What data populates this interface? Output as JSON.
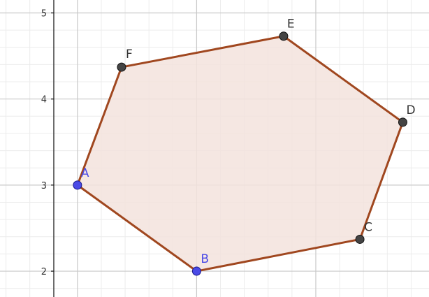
{
  "view": {
    "x_range": [
      0.35,
      3.95
    ],
    "y_range": [
      1.7,
      5.15
    ],
    "major_step": 1,
    "minor_step": 0.2,
    "y_axis_x": 0.0,
    "y_tick_values": [
      2,
      3,
      4,
      5
    ],
    "y_tick_labels": [
      "2",
      "3",
      "4",
      "5"
    ]
  },
  "polygon": {
    "vertex_order": [
      "A",
      "B",
      "C",
      "D",
      "E",
      "F"
    ],
    "stroke_color": "#a0471f",
    "fill_color": "#f3e3dd"
  },
  "points": [
    {
      "name": "A",
      "x": 1.0,
      "y": 3.0,
      "free": true
    },
    {
      "name": "B",
      "x": 2.0,
      "y": 2.0,
      "free": true
    },
    {
      "name": "C",
      "x": 3.37,
      "y": 2.37,
      "free": false
    },
    {
      "name": "D",
      "x": 3.73,
      "y": 3.73,
      "free": false
    },
    {
      "name": "E",
      "x": 2.73,
      "y": 4.73,
      "free": false
    },
    {
      "name": "F",
      "x": 1.37,
      "y": 4.37,
      "free": false
    }
  ],
  "colors": {
    "free_point": "#4a4ae6",
    "dependent_point": "#444444",
    "free_label": "#4a4ae6",
    "dependent_label": "#333333",
    "major_grid": "#c9c9c9",
    "minor_grid": "#ececec",
    "axis": "#222222"
  }
}
